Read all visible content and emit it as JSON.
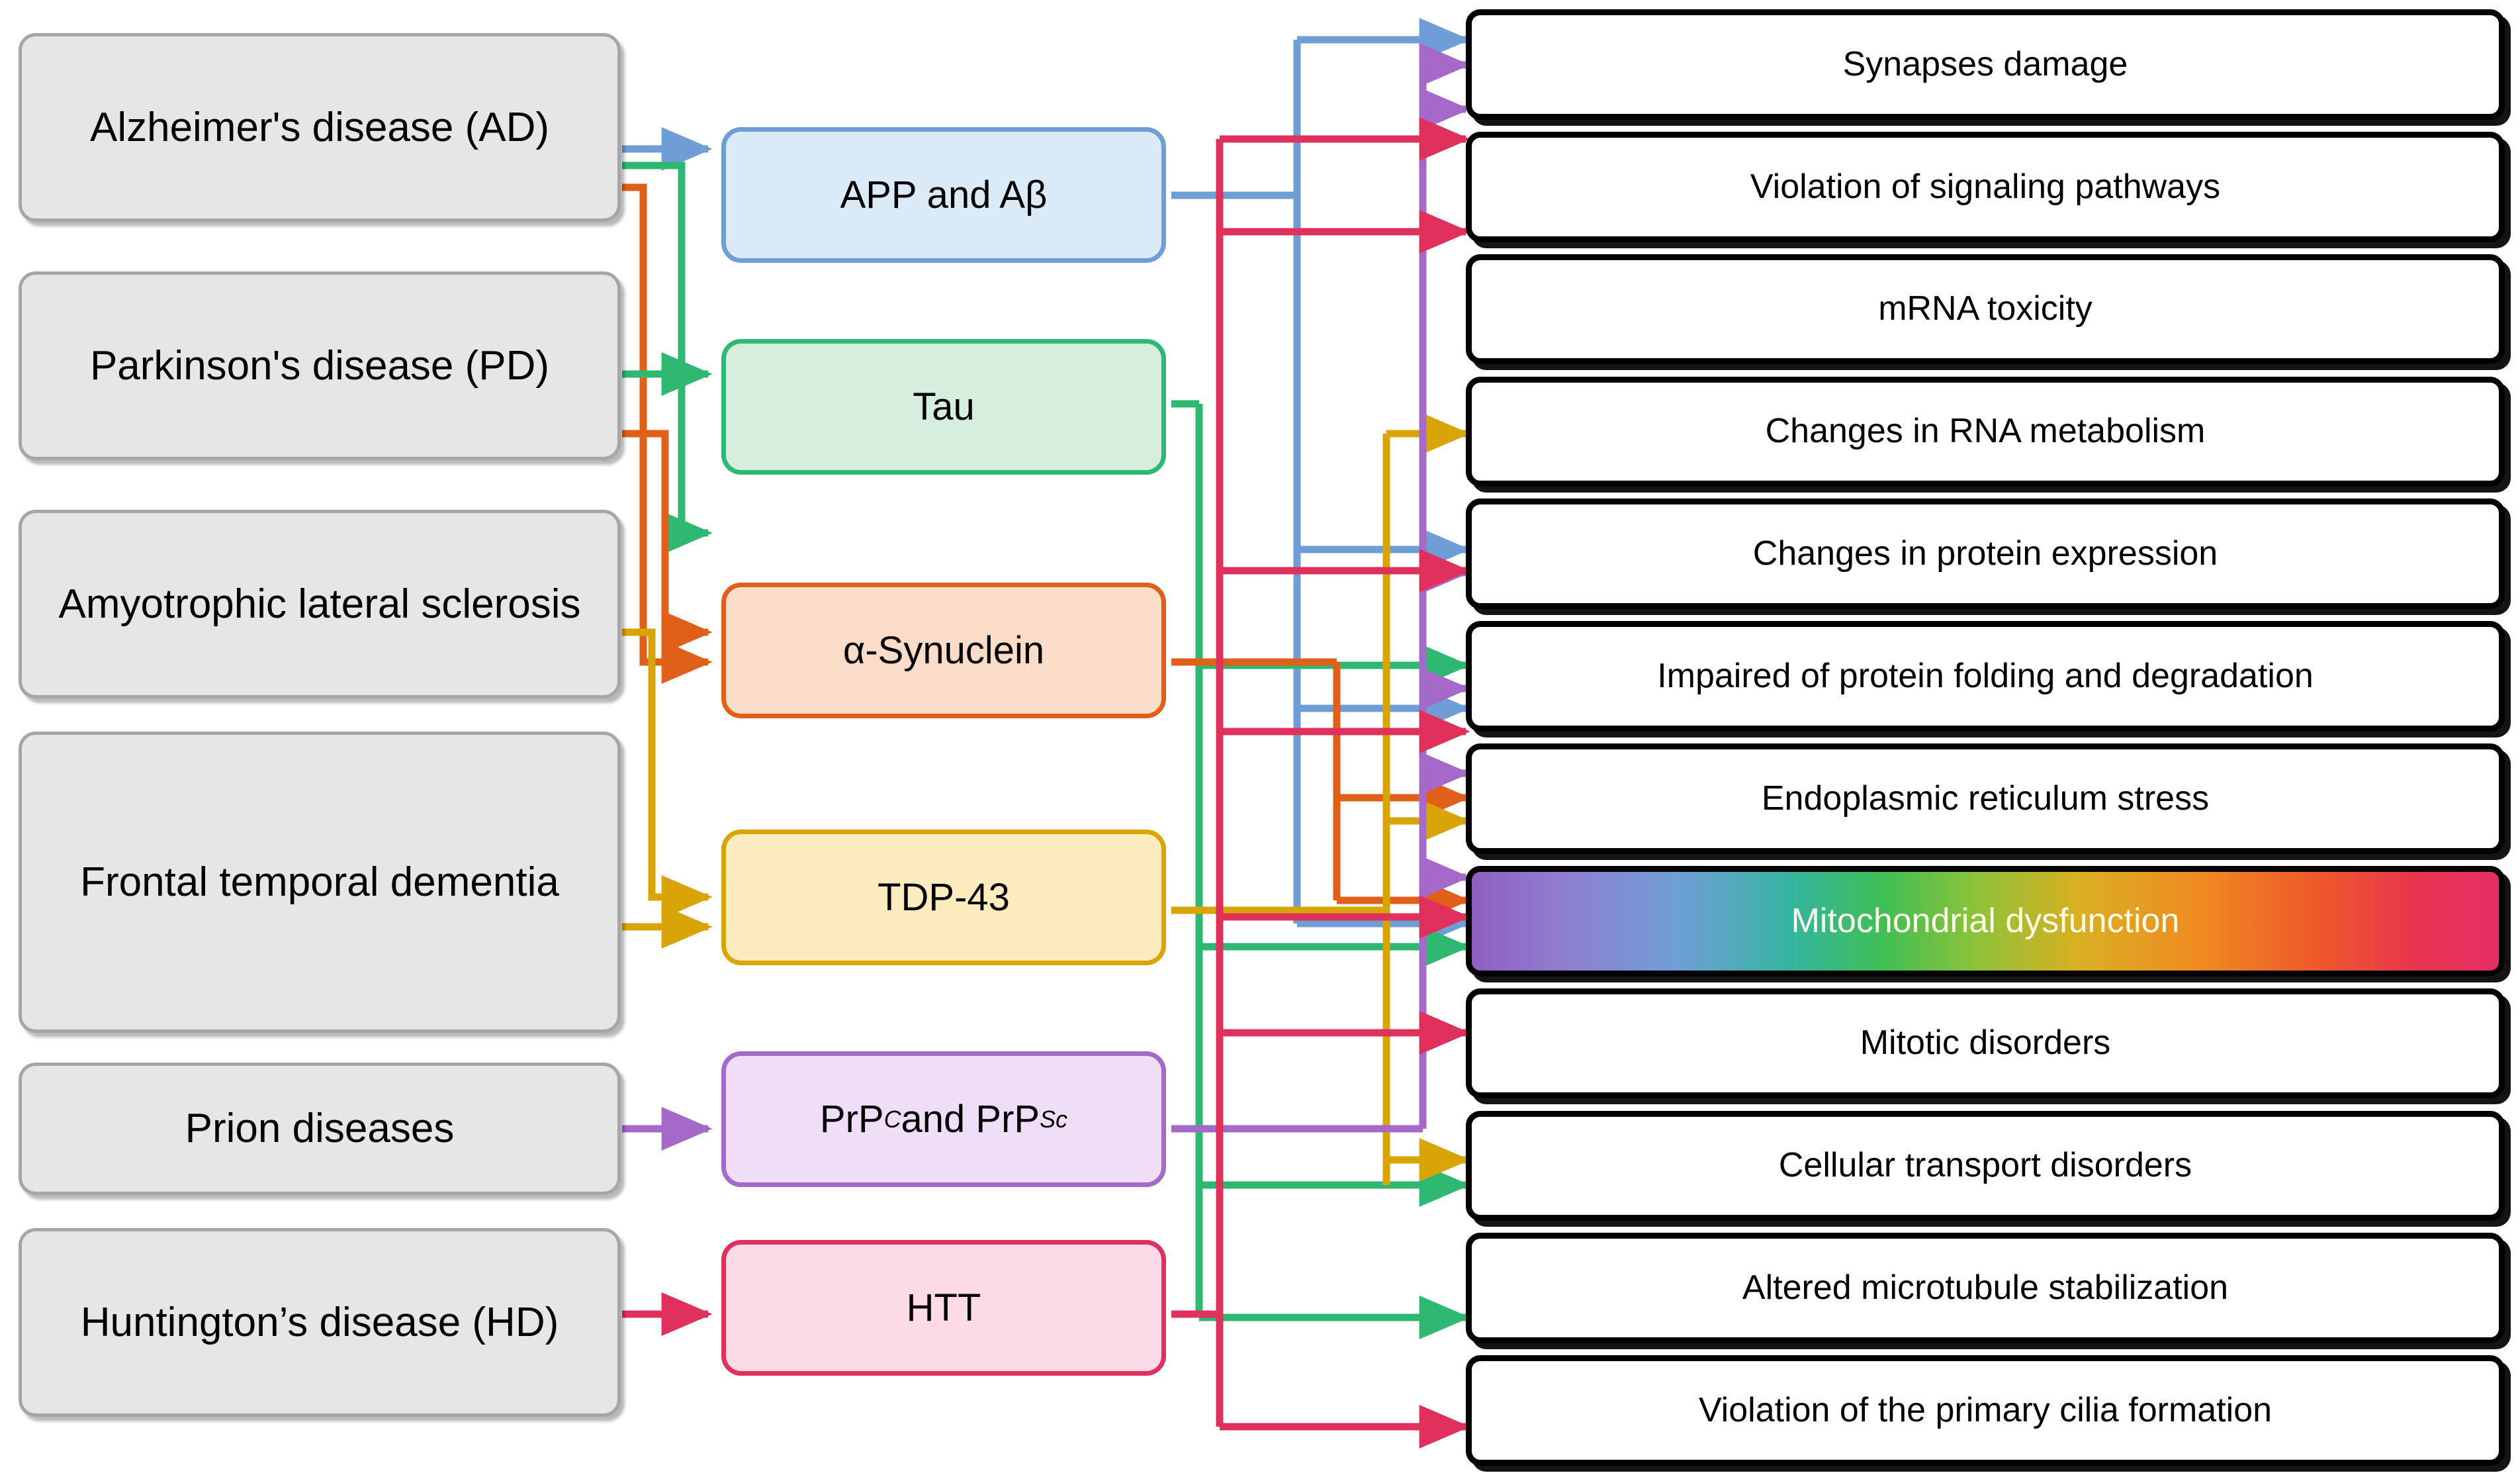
{
  "diagram": {
    "title": "Neurodegenerative disease proteins and cellular consequences",
    "colors": {
      "app": "#6f9ed6",
      "tau": "#2eb872",
      "synuclein": "#e0601a",
      "tdp43": "#d9a406",
      "prp": "#a569c9",
      "htt": "#e0305c",
      "disease_fill": "#e7e6e6",
      "disease_border": "#a6a6a6",
      "outcome_border": "#000000"
    },
    "diseases": [
      {
        "id": "ad",
        "label": "Alzheimer's disease (AD)"
      },
      {
        "id": "pd",
        "label": "Parkinson's disease (PD)"
      },
      {
        "id": "als",
        "label": "Amyotrophic lateral sclerosis"
      },
      {
        "id": "ftd",
        "label": "Frontal temporal dementia"
      },
      {
        "id": "prion",
        "label": "Prion diseases"
      },
      {
        "id": "hd",
        "label": "Huntington’s disease (HD)"
      }
    ],
    "proteins": [
      {
        "id": "app",
        "label": "APP and Aβ",
        "color": "#6f9ed6",
        "fill": "#dbeaf7"
      },
      {
        "id": "tau",
        "label": "Tau",
        "color": "#2eb872",
        "fill": "#d5eedd"
      },
      {
        "id": "synuclein",
        "label": "α-Synuclein",
        "color": "#e0601a",
        "fill": "#fbdcc8"
      },
      {
        "id": "tdp43",
        "label": "TDP-43",
        "color": "#d9a406",
        "fill": "#fcebbe"
      },
      {
        "id": "prp",
        "label_html": "PrP<sup>C</sup> and PrP<sup>Sc</sup>",
        "label": "PrP C and PrP Sc",
        "color": "#a569c9",
        "fill": "#f0ddf7"
      },
      {
        "id": "htt",
        "label": "HTT",
        "color": "#e0305c",
        "fill": "#fcdae8"
      }
    ],
    "outcomes": [
      {
        "id": "synapses",
        "label": "Synapses damage",
        "highlight": false,
        "arrows": [
          "app",
          "prp"
        ]
      },
      {
        "id": "signaling",
        "label": "Violation of signaling pathways",
        "highlight": false,
        "arrows": [
          "prp",
          "htt"
        ]
      },
      {
        "id": "mrna",
        "label": "mRNA toxicity",
        "highlight": false,
        "arrows": [
          "htt"
        ]
      },
      {
        "id": "rna_metab",
        "label": "Changes in RNA metabolism",
        "highlight": false,
        "arrows": [
          "tdp43"
        ]
      },
      {
        "id": "protein_expr",
        "label": "Changes in protein expression",
        "highlight": false,
        "arrows": [
          "app",
          "htt",
          "prp"
        ]
      },
      {
        "id": "folding",
        "label": "Impaired of protein folding and degradation",
        "highlight": false,
        "arrows": [
          "tau",
          "htt",
          "prp",
          "app"
        ]
      },
      {
        "id": "er_stress",
        "label": "Endoplasmic reticulum stress",
        "highlight": false,
        "arrows": [
          "prp",
          "synuclein",
          "tdp43"
        ]
      },
      {
        "id": "mito",
        "label": "Mitochondrial dysfunction",
        "highlight": true,
        "arrows": [
          "prp",
          "synuclein",
          "app",
          "htt",
          "tau"
        ]
      },
      {
        "id": "mitotic",
        "label": "Mitotic disorders",
        "highlight": false,
        "arrows": [
          "htt"
        ]
      },
      {
        "id": "transport",
        "label": "Cellular transport disorders",
        "highlight": false,
        "arrows": [
          "tdp43",
          "tau"
        ]
      },
      {
        "id": "microtubule",
        "label": "Altered microtubule stabilization",
        "highlight": false,
        "arrows": [
          "tau"
        ]
      },
      {
        "id": "cilia",
        "label": "Violation of the primary cilia formation",
        "highlight": false,
        "arrows": [
          "htt"
        ]
      }
    ],
    "disease_to_protein": [
      {
        "from": "ad",
        "to": "app",
        "color": "#6f9ed6"
      },
      {
        "from": "ad",
        "to": "tau",
        "color": "#2eb872"
      },
      {
        "from": "ad",
        "to": "synuclein",
        "color": "#e0601a"
      },
      {
        "from": "pd",
        "to": "tau",
        "color": "#2eb872"
      },
      {
        "from": "pd",
        "to": "synuclein",
        "color": "#e0601a"
      },
      {
        "from": "als",
        "to": "tdp43",
        "color": "#d9a406"
      },
      {
        "from": "ftd",
        "to": "tdp43",
        "color": "#d9a406"
      },
      {
        "from": "prion",
        "to": "prp",
        "color": "#a569c9"
      },
      {
        "from": "hd",
        "to": "htt",
        "color": "#e0305c"
      }
    ]
  }
}
